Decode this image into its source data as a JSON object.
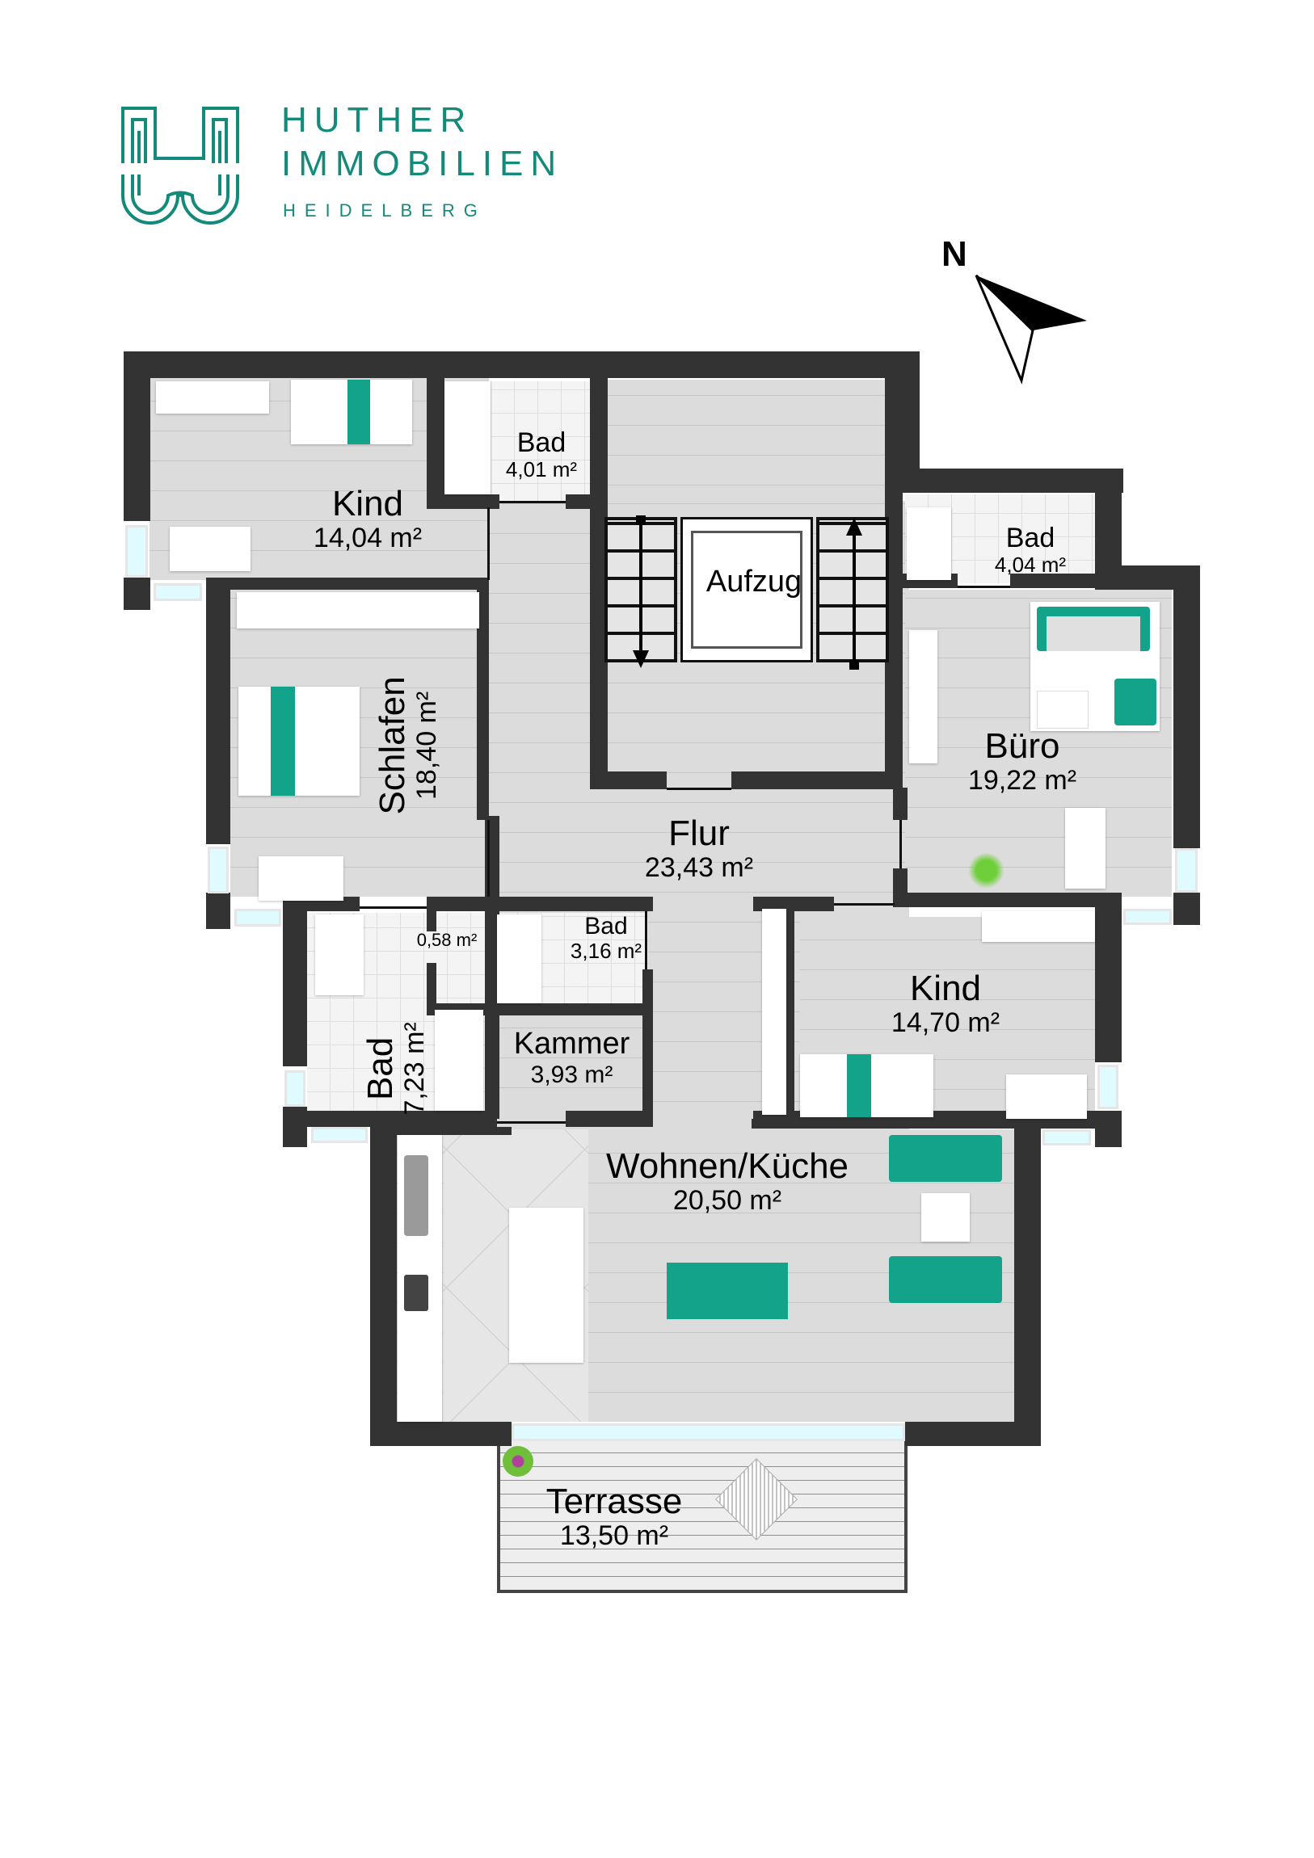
{
  "brand": {
    "line1": "HUTHER",
    "line2": "IMMOBILIEN",
    "line3": "HEIDELBERG",
    "color": "#148A7A"
  },
  "compass": {
    "label": "N"
  },
  "rooms": [
    {
      "id": "kind-1",
      "name": "Kind",
      "area": "14,04 m²"
    },
    {
      "id": "bad-1",
      "name": "Bad",
      "area": "4,01 m²"
    },
    {
      "id": "aufzug",
      "name": "Aufzug"
    },
    {
      "id": "bad-2",
      "name": "Bad",
      "area": "4,04 m²"
    },
    {
      "id": "schlafen",
      "name": "Schlafen",
      "area": "18,40 m²"
    },
    {
      "id": "buero",
      "name": "Büro",
      "area": "19,22 m²"
    },
    {
      "id": "flur",
      "name": "Flur",
      "area": "23,43 m²"
    },
    {
      "id": "wc",
      "area": "0,58 m²"
    },
    {
      "id": "bad-3",
      "name": "Bad",
      "area": "3,16 m²"
    },
    {
      "id": "bad-4",
      "name": "Bad",
      "area": "7,23 m²"
    },
    {
      "id": "kammer",
      "name": "Kammer",
      "area": "3,93 m²"
    },
    {
      "id": "kind-2",
      "name": "Kind",
      "area": "14,70 m²"
    },
    {
      "id": "wohnen",
      "name": "Wohnen/Küche",
      "area": "20,50 m²"
    },
    {
      "id": "terrasse",
      "name": "Terrasse",
      "area": "13,50 m²"
    }
  ],
  "colors": {
    "wall": "#333333",
    "accent_teal": "#13A38A",
    "floor": "#DCDCDC",
    "window": "#DFFBFF"
  }
}
